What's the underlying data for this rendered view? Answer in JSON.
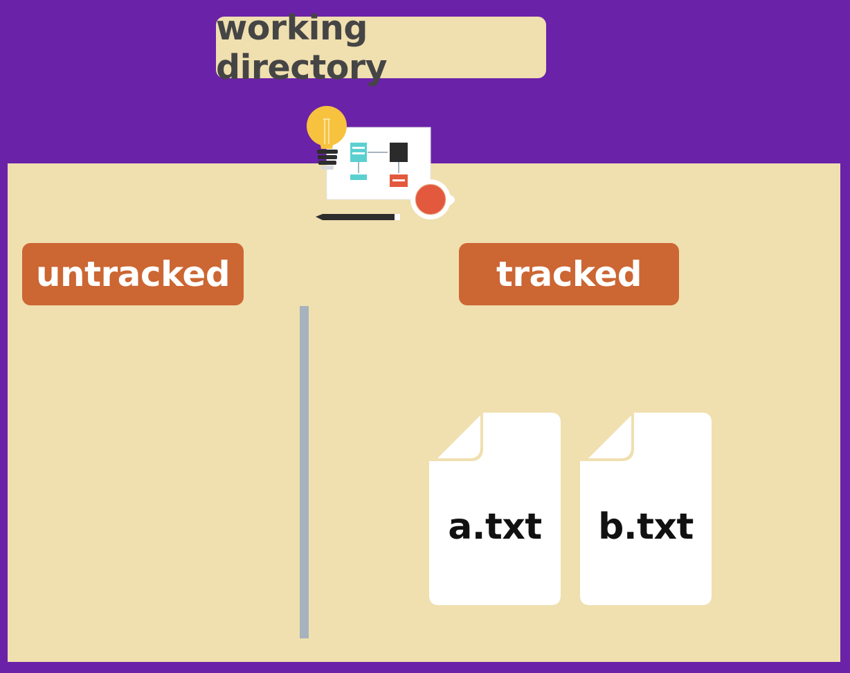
{
  "diagram": {
    "title": "working directory",
    "sections": {
      "left": {
        "label": "untracked"
      },
      "right": {
        "label": "tracked"
      }
    },
    "files": [
      {
        "name": "a.txt"
      },
      {
        "name": "b.txt"
      }
    ]
  },
  "illustration": {
    "items": [
      "lightbulb-icon",
      "flowchart-sheet-icon",
      "coffee-cup-icon",
      "pencil-icon"
    ]
  },
  "colors": {
    "background": "#6a22a8",
    "panel": "#f0dfaf",
    "label": "#cc6633",
    "divider": "#a6b3be",
    "file": "#ffffff"
  }
}
